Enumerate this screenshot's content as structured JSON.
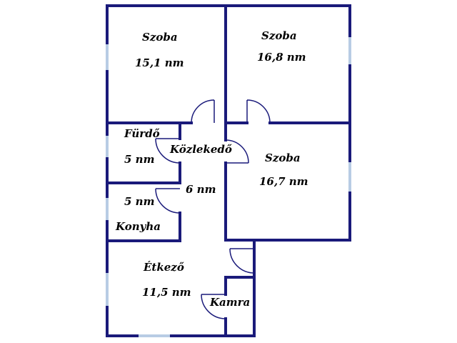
{
  "colors": {
    "wall": "#1a1a7a",
    "window": "#b8cce4",
    "background": "#ffffff",
    "text": "#000000"
  },
  "rooms": {
    "szoba_1": {
      "name": "Szoba",
      "area": "15,1 nm"
    },
    "szoba_2": {
      "name": "Szoba",
      "area": "16,8 nm"
    },
    "szoba_3": {
      "name": "Szoba",
      "area": "16,7 nm"
    },
    "furdo": {
      "name": "Fürdő",
      "area": "5 nm"
    },
    "kozlekedo": {
      "name": "Közlekedő",
      "area": "6 nm"
    },
    "konyha": {
      "name": "Konyha",
      "area": "5 nm"
    },
    "etkezo": {
      "name": "Étkező",
      "area": "11,5 nm"
    },
    "kamra": {
      "name": "Kamra"
    }
  }
}
